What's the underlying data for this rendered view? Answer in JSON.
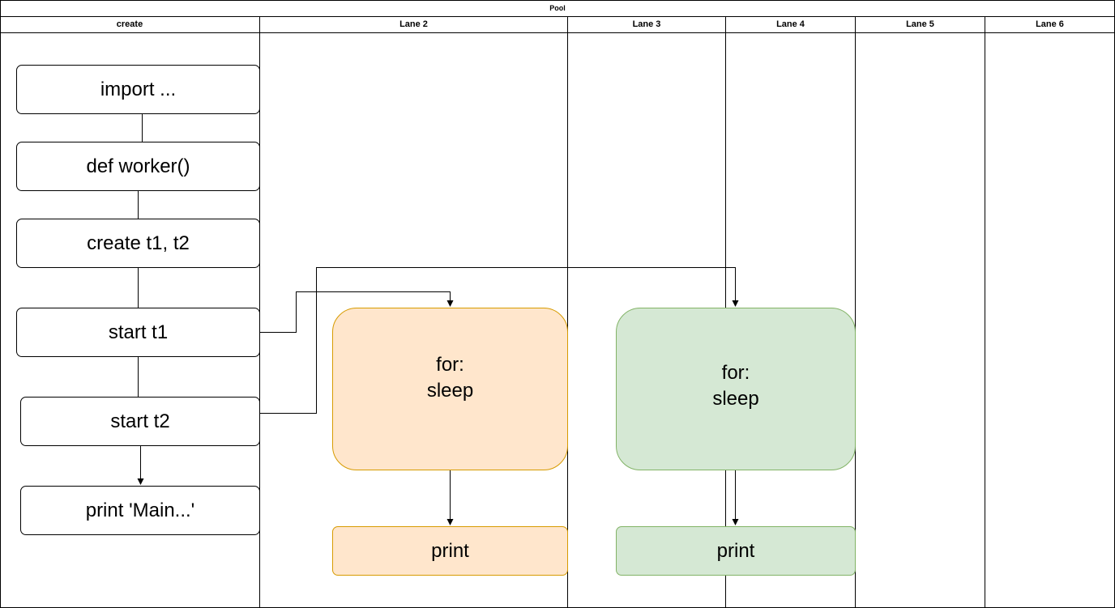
{
  "pool": {
    "title": "Pool"
  },
  "lanes": [
    "create",
    "Lane 2",
    "Lane 3",
    "Lane 4",
    "Lane 5",
    "Lane 6"
  ],
  "steps": {
    "import": "import ...",
    "def_worker": "def worker()",
    "create": "create t1, t2",
    "start_t1": "start t1",
    "start_t2": "start t2",
    "print_main": "print 'Main...'"
  },
  "thread1": {
    "loop": "for:\nsleep",
    "print": "print",
    "fill": "#ffe6cc",
    "stroke": "#d79b00"
  },
  "thread2": {
    "loop": "for:\nsleep",
    "print": "print",
    "fill": "#d5e8d4",
    "stroke": "#82b366"
  }
}
